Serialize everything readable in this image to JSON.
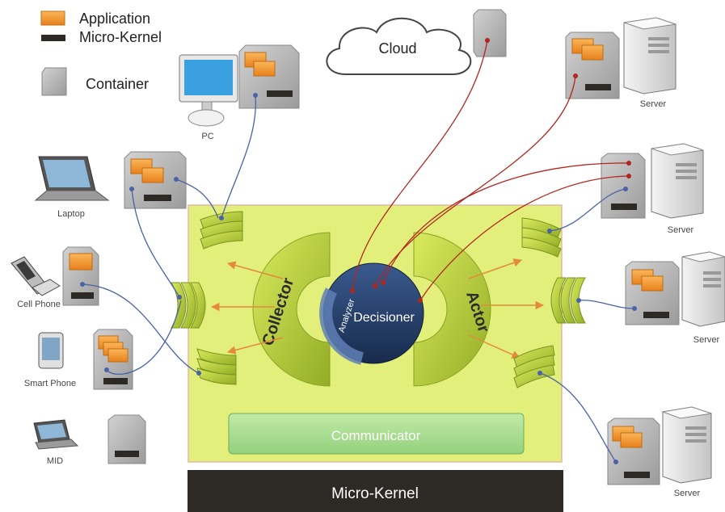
{
  "legend": {
    "application": "Application",
    "micro_kernel": "Micro-Kernel",
    "container": "Container"
  },
  "cloud": "Cloud",
  "devices": {
    "pc": "PC",
    "laptop": "Laptop",
    "cell_phone": "Cell Phone",
    "smart_phone": "Smart Phone",
    "mid": "MID",
    "server_1": "Server",
    "server_2": "Server",
    "server_3": "Server",
    "server_4": "Server"
  },
  "core": {
    "collector": "Collector",
    "actor": "Actor",
    "analyzer": "Analyzer",
    "decisioner": "Decisioner",
    "communicator": "Communicator",
    "micro_kernel": "Micro-Kernel"
  },
  "colors": {
    "application": "#f0962a",
    "micro_kernel": "#2d2a26",
    "container": "#b3b3b3",
    "core_panel": "#e2ef7a",
    "component": "#b8d042",
    "decisioner": "#1f3a66",
    "communicator": "#a9dc95",
    "link_blue": "#4a62a8",
    "link_red": "#b3261e",
    "arrow": "#e58a3a"
  }
}
